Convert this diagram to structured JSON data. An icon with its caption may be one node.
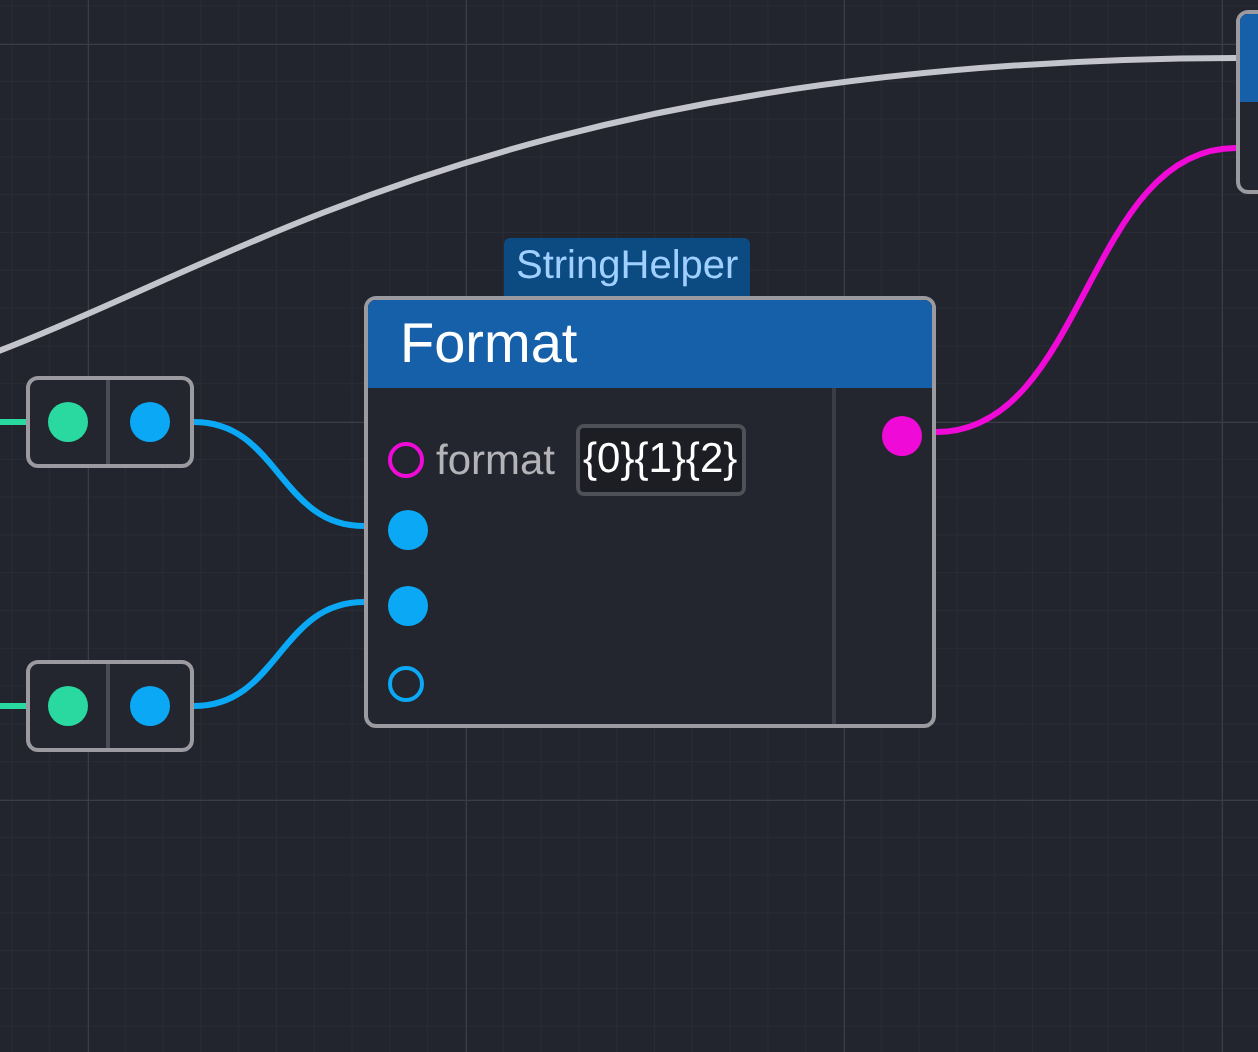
{
  "diagram": {
    "nodes": [
      {
        "text": [
          "StringHelper",
          "Format",
          "format",
          "{0}{1}{2}"
        ]
      },
      {
        "text": [],
        "shape": "box"
      },
      {
        "text": [],
        "shape": "box"
      },
      {
        "text": [],
        "shape": "box"
      }
    ],
    "edges": [
      {
        "from": null,
        "to": 3,
        "arrow": "none",
        "color": "#c4c4cc"
      },
      {
        "from": null,
        "to": 1,
        "arrow": "none",
        "color": "#2ad9a0"
      },
      {
        "from": null,
        "to": 2,
        "arrow": "none",
        "color": "#2ad9a0"
      },
      {
        "from": 1,
        "to": 0,
        "arrow": "none",
        "color": "#0aa8f5"
      },
      {
        "from": 2,
        "to": 0,
        "arrow": "none",
        "color": "#0aa8f5"
      },
      {
        "from": 0,
        "to": 3,
        "arrow": "none",
        "color": "#f00ad8"
      }
    ]
  }
}
